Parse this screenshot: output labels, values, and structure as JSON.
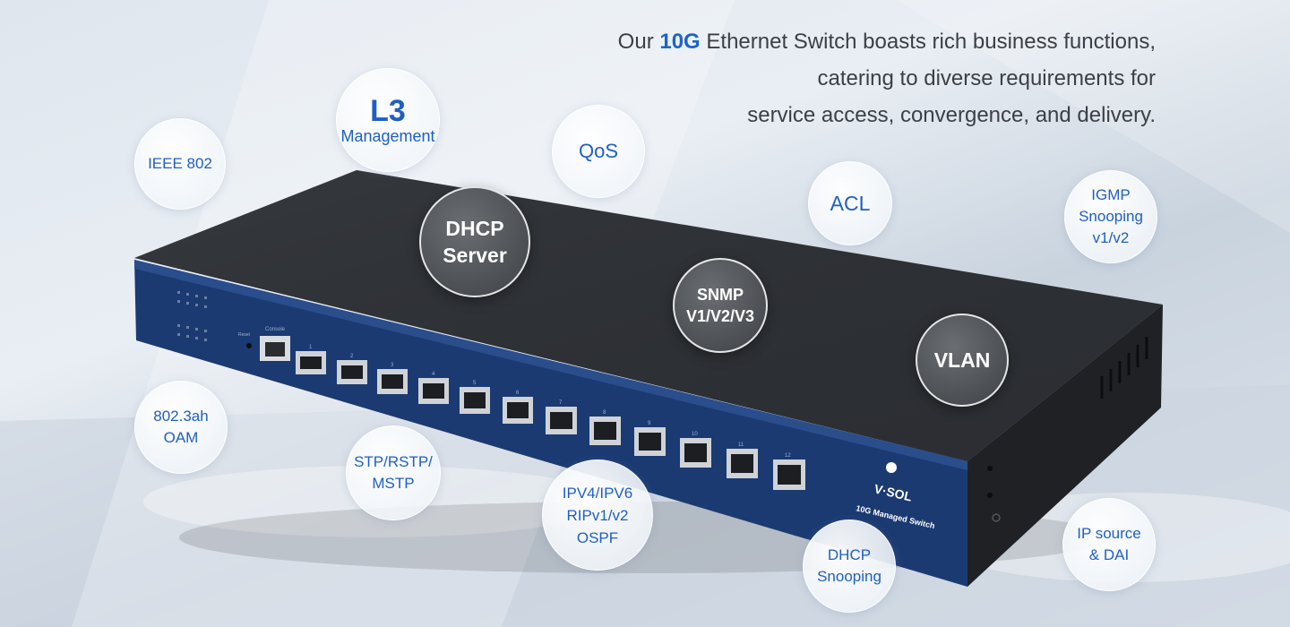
{
  "tagline": {
    "prefix": "Our ",
    "highlight": "10G",
    "line1_rest": " Ethernet Switch boasts rich business functions,",
    "line2": "catering to diverse requirements for",
    "line3": "service access, convergence, and delivery."
  },
  "features": {
    "ieee802": "IEEE 802",
    "l3_big": "L3",
    "l3_small": "Management",
    "qos": "QoS",
    "acl": "ACL",
    "igmp": [
      "IGMP",
      "Snooping",
      "v1/v2"
    ],
    "dhcp_server": [
      "DHCP",
      "Server"
    ],
    "snmp": [
      "SNMP",
      "V1/V2/V3"
    ],
    "vlan": "VLAN",
    "oam": [
      "802.3ah",
      "OAM"
    ],
    "stp": [
      "STP/RSTP/",
      "MSTP"
    ],
    "ipv": [
      "IPV4/IPV6",
      "RIPv1/v2",
      "OSPF"
    ],
    "dhcp_snooping": [
      "DHCP",
      "Snooping"
    ],
    "ip_source": [
      "IP source",
      "& DAI"
    ]
  },
  "device": {
    "brand": "V·SOL",
    "model": "10G Managed Switch",
    "console_label": "Console",
    "reset_label": "Reset",
    "port_numbers": [
      "1",
      "2",
      "3",
      "4",
      "5",
      "6",
      "7",
      "8",
      "9",
      "10",
      "11",
      "12"
    ]
  },
  "colors": {
    "accent": "#1d63c9",
    "panel_blue": "#1b3a72",
    "chassis": "#2a2d31"
  }
}
